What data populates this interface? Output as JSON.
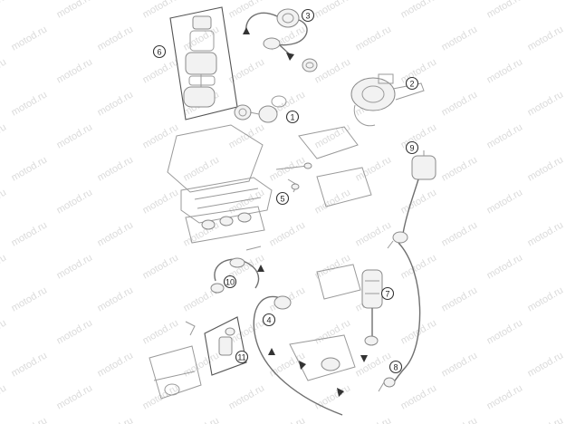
{
  "watermark": {
    "text": "motod.ru",
    "color": "#bdbdbd"
  },
  "callouts": [
    {
      "id": "callout-1",
      "label": "1"
    },
    {
      "id": "callout-2",
      "label": "2"
    },
    {
      "id": "callout-3",
      "label": "3"
    },
    {
      "id": "callout-4",
      "label": "4"
    },
    {
      "id": "callout-5",
      "label": "5"
    },
    {
      "id": "callout-6",
      "label": "6"
    },
    {
      "id": "callout-7",
      "label": "7"
    },
    {
      "id": "callout-8",
      "label": "8"
    },
    {
      "id": "callout-9",
      "label": "9"
    },
    {
      "id": "callout-10",
      "label": "10"
    },
    {
      "id": "callout-11",
      "label": "11"
    }
  ]
}
